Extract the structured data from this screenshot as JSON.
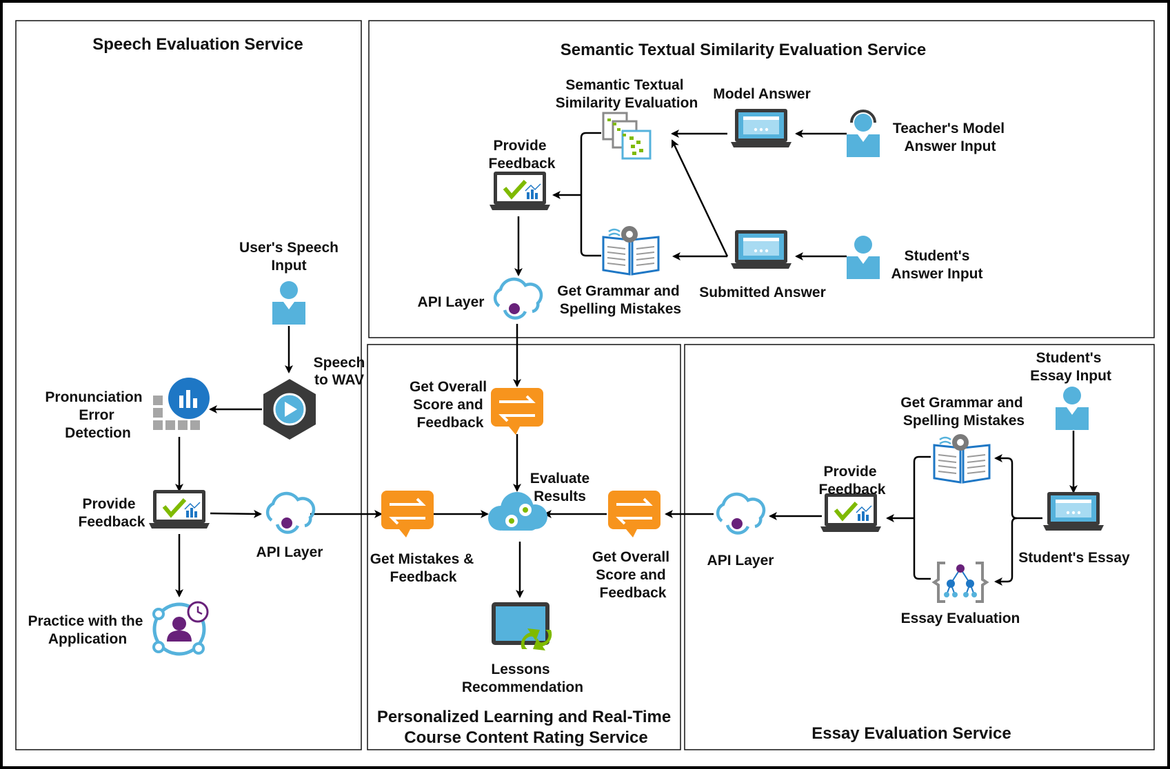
{
  "panels": {
    "speech": "Speech Evaluation Service",
    "sts": "Semantic Textual Similarity Evaluation Service",
    "personalized_1": "Personalized Learning and Real-Time",
    "personalized_2": "Course Content Rating Service",
    "essay": "Essay Evaluation Service"
  },
  "nodes": {
    "users_speech_input": [
      "User's Speech",
      "Input"
    ],
    "speech_to_wav": [
      "Speech",
      "to WAV"
    ],
    "pronunciation": [
      "Pronunciation",
      "Error",
      "Detection"
    ],
    "speech_provide_feedback": [
      "Provide",
      "Feedback"
    ],
    "speech_api_layer": [
      "API Layer"
    ],
    "practice": [
      "Practice with the",
      "Application"
    ],
    "sts_evaluation": [
      "Semantic Textual",
      "Similarity Evaluation"
    ],
    "model_answer": [
      "Model Answer"
    ],
    "teacher_input": [
      "Teacher's Model",
      "Answer Input"
    ],
    "sts_provide_feedback": [
      "Provide",
      "Feedback"
    ],
    "sts_grammar": [
      "Get Grammar and",
      "Spelling Mistakes"
    ],
    "submitted_answer": [
      "Submitted Answer"
    ],
    "student_answer_input": [
      "Student's",
      "Answer Input"
    ],
    "sts_api_layer": [
      "API Layer"
    ],
    "overall_top": [
      "Get Overall",
      "Score and",
      "Feedback"
    ],
    "evaluate_results": [
      "Evaluate",
      "Results"
    ],
    "mistakes_feedback": [
      "Get Mistakes &",
      "Feedback"
    ],
    "overall_right": [
      "Get Overall",
      "Score and",
      "Feedback"
    ],
    "lessons": [
      "Lessons",
      "Recommendation"
    ],
    "essay_input": [
      "Student's",
      "Essay Input"
    ],
    "essay_grammar": [
      "Get Grammar and",
      "Spelling Mistakes"
    ],
    "essay_provide_feedback": [
      "Provide",
      "Feedback"
    ],
    "essay_api_layer": [
      "API Layer"
    ],
    "students_essay": [
      "Student's Essay"
    ],
    "essay_evaluation": [
      "Essay Evaluation"
    ]
  },
  "colors": {
    "blue": "#55b2dc",
    "dark_blue": "#1e77c5",
    "orange": "#f7941d",
    "green": "#7fba00",
    "purple": "#68217a",
    "laptop": "#3a3a3a"
  }
}
